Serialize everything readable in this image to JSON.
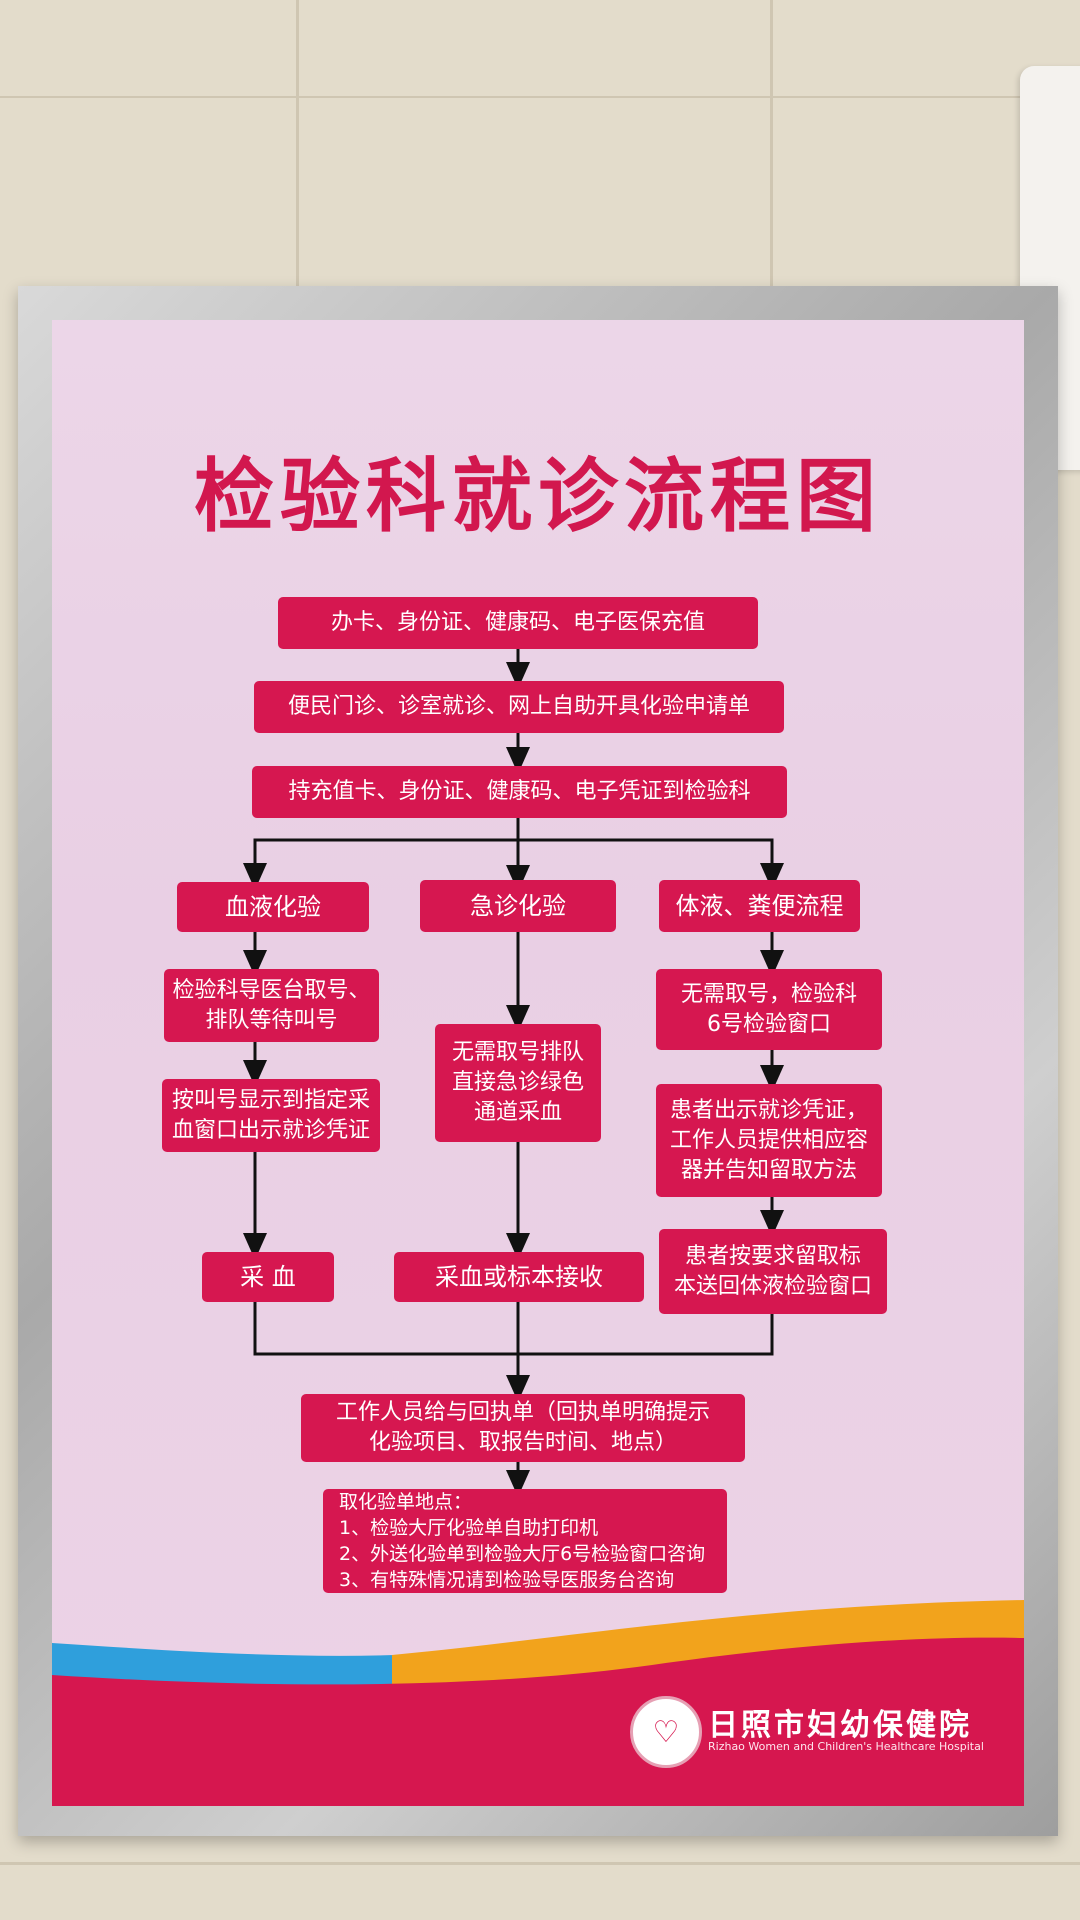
{
  "poster": {
    "title": "检验科就诊流程图",
    "steps": {
      "s1": "办卡、身份证、健康码、电子医保充值",
      "s2": "便民门诊、诊室就诊、网上自助开具化验申请单",
      "s3": "持充值卡、身份证、健康码、电子凭证到检验科"
    },
    "branches": {
      "blood": {
        "title": "血液化验",
        "step1": "检验科导医台取号、\n排队等待叫号",
        "step2": "按叫号显示到指定采\n血窗口出示就诊凭证",
        "step3": "采  血"
      },
      "emergency": {
        "title": "急诊化验",
        "step1": "无需取号排队\n直接急诊绿色\n通道采血",
        "step2": "采血或标本接收"
      },
      "fluid": {
        "title": "体液、粪便流程",
        "step1": "无需取号，检验科\n6号检验窗口",
        "step2": "患者出示就诊凭证，\n工作人员提供相应容\n器并告知留取方法",
        "step3": "患者按要求留取标\n本送回体液检验窗口"
      }
    },
    "receipt": "工作人员给与回执单（回执单明确提示\n化验项目、取报告时间、地点）",
    "pickup": {
      "heading": "取化验单地点：",
      "items": [
        "1、检验大厅化验单自助打印机",
        "2、外送化验单到检验大厅6号检验窗口咨询",
        "3、有特殊情况请到检验导医服务台咨询"
      ]
    },
    "hospital": {
      "name": "日照市妇幼保健院",
      "name_en": "Rizhao Women and Children's Healthcare Hospital"
    }
  },
  "colors": {
    "accent": "#d61750",
    "poster_bg": "#ebd3e6",
    "wave_blue": "#2f9fdc",
    "wave_orange": "#f2a31c",
    "footer": "#d6174f"
  }
}
